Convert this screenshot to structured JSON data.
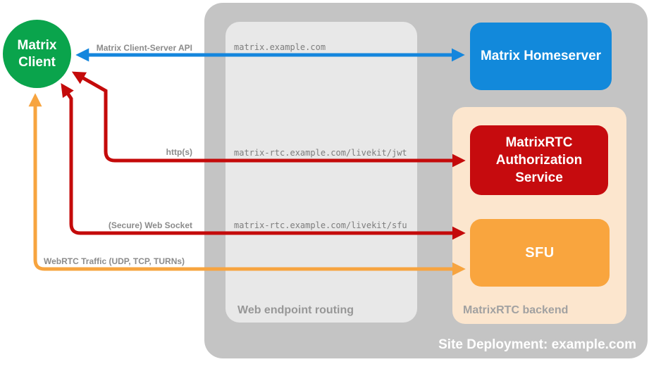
{
  "client": {
    "label": "Matrix Client",
    "color": "#0aa44c"
  },
  "homeserver": {
    "label": "Matrix Homeserver",
    "color": "#1289db"
  },
  "auth_service": {
    "label": "MatrixRTC Authorization Service",
    "color": "#c60b0e"
  },
  "sfu": {
    "label": "SFU",
    "color": "#f9a53e"
  },
  "web_routing": {
    "label": "Web endpoint routing",
    "color": "#e8e8e8",
    "endpoints": [
      "matrix.example.com",
      "matrix-rtc.example.com/livekit/jwt",
      "matrix-rtc.example.com/livekit/sfu"
    ]
  },
  "backend": {
    "label": "MatrixRTC backend",
    "color": "#fce6ce"
  },
  "deployment": {
    "label": "Site Deployment: example.com",
    "color": "#c4c4c4"
  },
  "connections": [
    {
      "id": "client-server-api",
      "label": "Matrix Client-Server API",
      "color": "#1486dd",
      "from": "Matrix Client",
      "to": "Matrix Homeserver"
    },
    {
      "id": "https",
      "label": "http(s)",
      "color": "#c40a0a",
      "from": "Matrix Client",
      "to": "MatrixRTC Authorization Service"
    },
    {
      "id": "secure-websocket",
      "label": "(Secure) Web Socket",
      "color": "#c40a0a",
      "from": "Matrix Client",
      "to": "SFU"
    },
    {
      "id": "webrtc-traffic",
      "label": "WebRTC Traffic (UDP, TCP, TURNs)",
      "color": "#f7a43f",
      "from": "Matrix Client",
      "to": "SFU"
    }
  ]
}
